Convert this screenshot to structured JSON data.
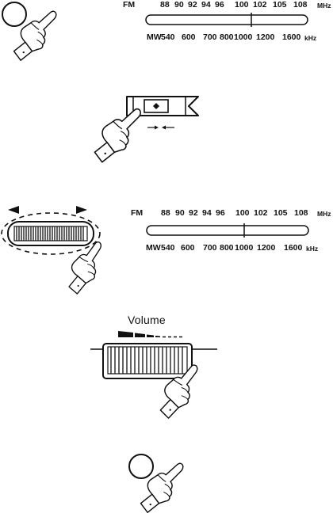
{
  "dial_top": {
    "fm_label": "FM",
    "fm_ticks": [
      "88",
      "90",
      "92",
      "94",
      "96",
      "100",
      "102",
      "105",
      "108"
    ],
    "fm_unit": "MHz",
    "mw_label": "MW",
    "mw_ticks": [
      "540",
      "600",
      "700",
      "800",
      "1000",
      "1200",
      "1600"
    ],
    "mw_unit": "kHz"
  },
  "dial_bottom": {
    "fm_label": "FM",
    "fm_ticks": [
      "88",
      "90",
      "92",
      "94",
      "96",
      "100",
      "102",
      "105",
      "108"
    ],
    "fm_unit": "MHz",
    "mw_label": "MW",
    "mw_ticks": [
      "540",
      "600",
      "700",
      "800",
      "1000",
      "1200",
      "1600"
    ],
    "mw_unit": "kHz"
  },
  "volume": {
    "title": "Volume"
  },
  "icons": {
    "press_button_top": "finger-press-icon",
    "band_switch": "slide-switch-icon",
    "tuning_wheel": "tuning-wheel-icon",
    "volume_wheel": "volume-wheel-icon",
    "press_button_bottom": "finger-press-icon"
  }
}
